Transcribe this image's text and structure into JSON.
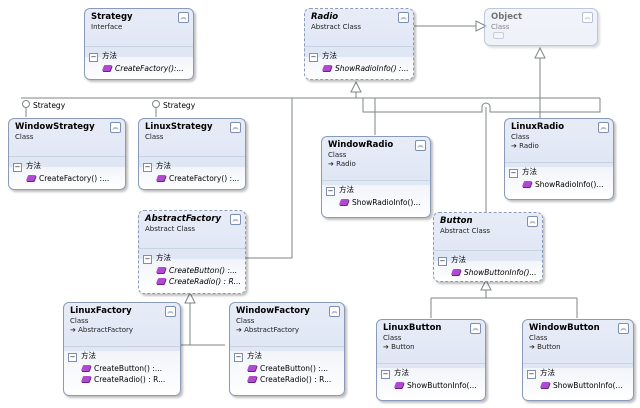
{
  "diagram": {
    "strategy": {
      "name": "Strategy",
      "kind": "Interface",
      "section": "方法",
      "members": [
        "CreateFactory():..."
      ]
    },
    "radio": {
      "name": "Radio",
      "kind": "Abstract Class",
      "section": "方法",
      "members": [
        "ShowRadioInfo() :..."
      ]
    },
    "object": {
      "name": "Object",
      "kind": "Class"
    },
    "window_strategy": {
      "name": "WindowStrategy",
      "kind": "Class",
      "section": "方法",
      "members": [
        "CreateFactory() :..."
      ]
    },
    "linux_strategy": {
      "name": "LinuxStrategy",
      "kind": "Class",
      "section": "方法",
      "members": [
        "CreateFactory() :..."
      ]
    },
    "window_radio": {
      "name": "WindowRadio",
      "kind": "Class",
      "base": "Radio",
      "section": "方法",
      "members": [
        "ShowRadioInfo()..."
      ]
    },
    "linux_radio": {
      "name": "LinuxRadio",
      "kind": "Class",
      "base": "Radio",
      "section": "方法",
      "members": [
        "ShowRadioInfo()..."
      ]
    },
    "abstract_factory": {
      "name": "AbstractFactory",
      "kind": "Abstract Class",
      "section": "方法",
      "members": [
        "CreateButton() :...",
        "CreateRadio() : R..."
      ]
    },
    "button": {
      "name": "Button",
      "kind": "Abstract Class",
      "section": "方法",
      "members": [
        "ShowButtonInfo()..."
      ]
    },
    "linux_factory": {
      "name": "LinuxFactory",
      "kind": "Class",
      "base": "AbstractFactory",
      "section": "方法",
      "members": [
        "CreateButton() :...",
        "CreateRadio() : R..."
      ]
    },
    "window_factory": {
      "name": "WindowFactory",
      "kind": "Class",
      "base": "AbstractFactory",
      "section": "方法",
      "members": [
        "CreateButton() :...",
        "CreateRadio() : R..."
      ]
    },
    "linux_button": {
      "name": "LinuxButton",
      "kind": "Class",
      "base": "Button",
      "section": "方法",
      "members": [
        "ShowButtonInfo(..."
      ]
    },
    "window_button": {
      "name": "WindowButton",
      "kind": "Class",
      "base": "Button",
      "section": "方法",
      "members": [
        "ShowButtonInfo(..."
      ]
    },
    "lollipop_labels": [
      "Strategy",
      "Strategy"
    ]
  }
}
